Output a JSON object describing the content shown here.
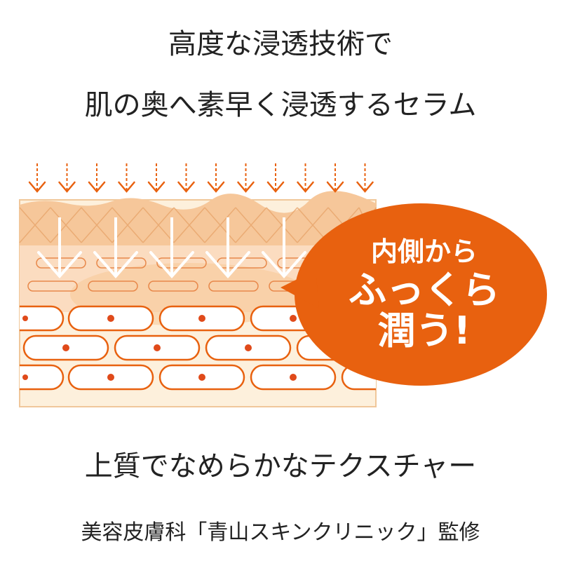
{
  "header": {
    "line1": "高度な浸透技術で",
    "line2": "肌の奥へ素早く浸透するセラム"
  },
  "bubble": {
    "line1": "内側から",
    "line2": "ふっくら",
    "line3": "潤う!"
  },
  "footer": {
    "line1": "上質でなめらかなテクスチャー",
    "line2": "美容皮膚科「青山スキンクリニック」監修"
  },
  "colors": {
    "accent": "#e8610f",
    "skin_top": "#f6c79a",
    "skin_mid": "#fbdcc0",
    "skin_base": "#fdf0dc",
    "dot": "#e04a1a"
  }
}
